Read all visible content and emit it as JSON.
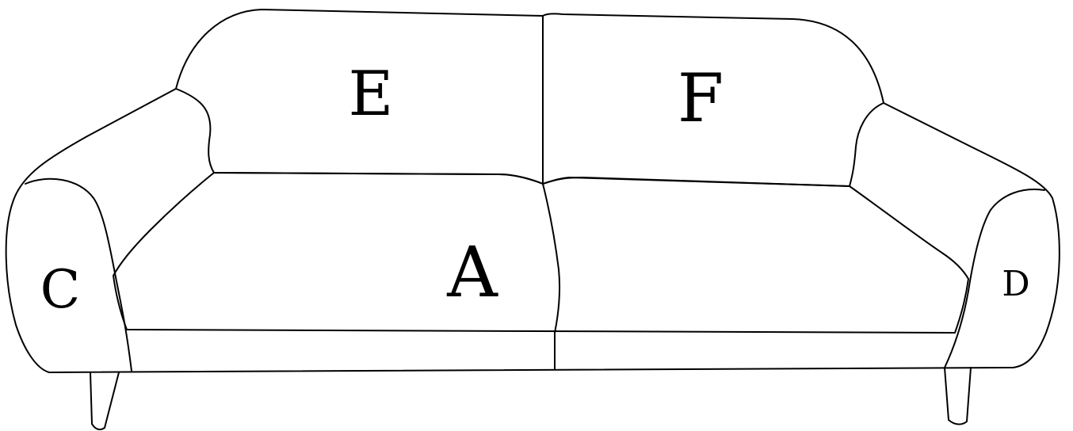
{
  "labels": {
    "back_left": "E",
    "back_right": "F",
    "seat_left": "A",
    "arm_left": "C",
    "arm_right": "D"
  },
  "colors": {
    "line": "#000000",
    "background": "#ffffff"
  }
}
